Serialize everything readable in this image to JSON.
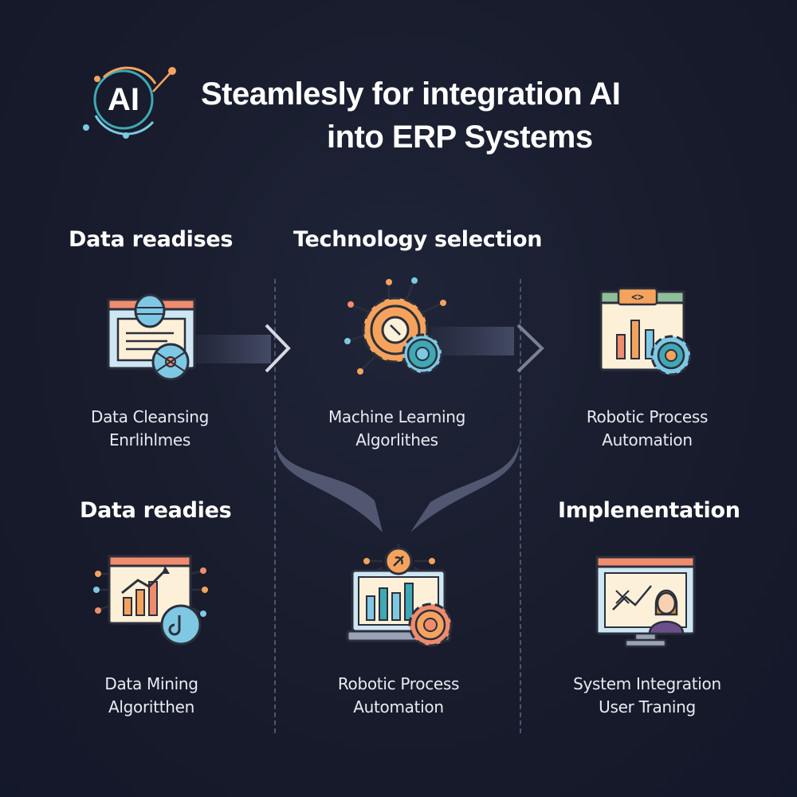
{
  "title": {
    "line1": "Steamlesly for integration  AI",
    "line2": "into ERP Systems",
    "logo_text": "AI"
  },
  "headings": {
    "top_left": "Data readises",
    "top_mid": "Technology selection",
    "bottom_left": "Data readies",
    "bottom_right": "Implenentation"
  },
  "items": [
    {
      "line1": "Data Cleansing",
      "line2": "Enrlihlmes",
      "icon": "data-cleansing-icon"
    },
    {
      "line1": "Machine Learning",
      "line2": "Algorlithes",
      "icon": "machine-learning-gear-icon"
    },
    {
      "line1": "Robotic Process",
      "line2": "Automation",
      "icon": "rpa-code-chart-icon"
    },
    {
      "line1": "Data Mining",
      "line2": "Algoritthen",
      "icon": "data-mining-chart-icon"
    },
    {
      "line1": "Robotic Process",
      "line2": "Automation",
      "icon": "rpa-monitor-gear-icon"
    },
    {
      "line1": "System Integration",
      "line2": "User Traning",
      "icon": "user-training-screen-icon"
    }
  ],
  "colors": {
    "background": "#171b2b",
    "orange": "#f5a35c",
    "blue": "#7ec8e3",
    "teal": "#3fa8b4",
    "salmon": "#ef8c6e",
    "cream": "#fdf0d8",
    "outline": "#2b2f3d"
  }
}
